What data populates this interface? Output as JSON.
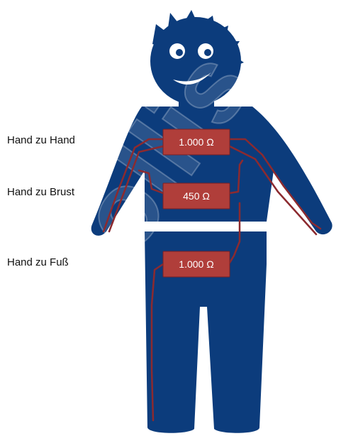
{
  "labels": {
    "hand_to_hand": "Hand zu Hand",
    "hand_to_chest": "Hand zu Brust",
    "hand_to_foot": "Hand zu Fuß"
  },
  "resistors": {
    "hand_to_hand": "1.000 Ω",
    "hand_to_chest": "450 Ω",
    "hand_to_foot": "1.000 Ω"
  },
  "watermark": "D Mollis",
  "colors": {
    "body": "#0c3c7c",
    "resistor": "#b03e3a",
    "current_path": "#8c2a2f",
    "eye_white": "#ffffff",
    "background": "#ffffff"
  }
}
